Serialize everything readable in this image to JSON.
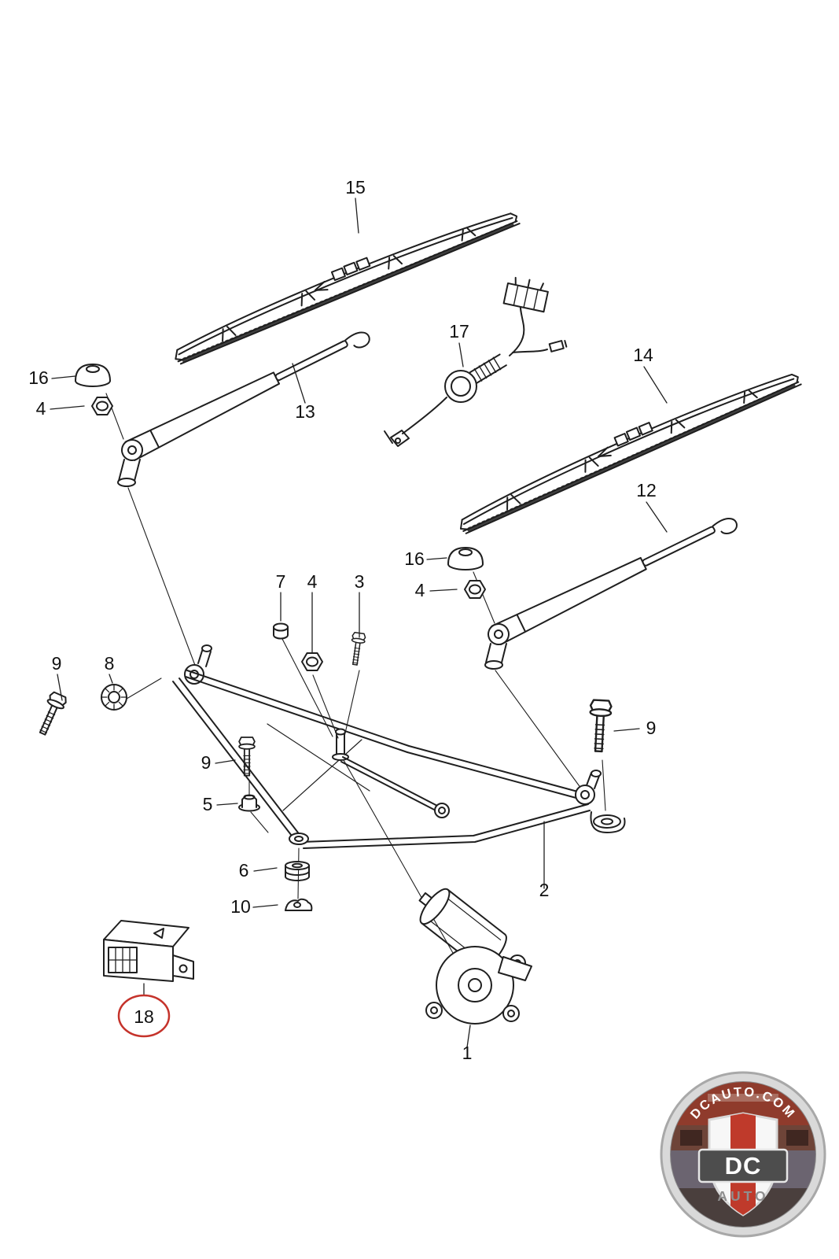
{
  "page": {
    "background": "#ffffff"
  },
  "colors": {
    "line": "#1f1f1f",
    "highlight": "#c5332b",
    "logo_red": "#bf3a2b",
    "logo_band": "#4d4d4d"
  },
  "callouts": {
    "blade_left": "15",
    "hose_assembly": "17",
    "blade_right": "14",
    "cap_left": "16",
    "nut_left": "4",
    "arm_left": "13",
    "arm_right": "12",
    "cap_right": "16",
    "nut_right": "4",
    "stud": "7",
    "nut_center": "4",
    "bolt_small": "3",
    "bolt_left": "9",
    "grommet_left": "8",
    "bolt_right": "9",
    "bolt_mid": "9",
    "flange_nut": "5",
    "grommet_center": "6",
    "linkage_frame": "2",
    "clip": "10",
    "control_module": "18",
    "wiper_motor": "1"
  },
  "logo": {
    "site": "DCAUTO.COM",
    "monogram": "DC",
    "word": "AUTO"
  }
}
